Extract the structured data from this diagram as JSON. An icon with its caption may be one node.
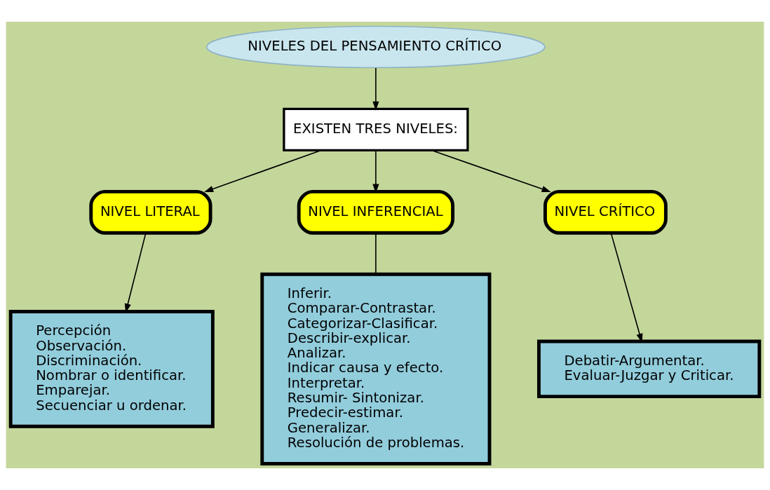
{
  "diagram": {
    "nodes": [
      {
        "text": [
          "NIVELES DEL PENSAMIENTO CRÍTICO"
        ]
      },
      {
        "text": [
          "EXISTEN TRES NIVELES:"
        ]
      },
      {
        "text": [
          "NIVEL LITERAL"
        ]
      },
      {
        "text": [
          "Percepción",
          "Observación.",
          "Discriminación.",
          "Nombrar o identificar.",
          "Emparejar.",
          "Secuenciar u ordenar."
        ]
      },
      {
        "text": [
          "NIVEL INFERENCIAL"
        ]
      },
      {
        "text": [
          "Inferir.",
          "Comparar-Contrastar.",
          "Categorizar-Clasificar.",
          "Describir-explicar.",
          "Analizar.",
          "Indicar causa y efecto.",
          "Interpretar.",
          "Resumir- Sintonizar.",
          "Predecir-estimar.",
          "Generalizar.",
          "Resolución de problemas."
        ]
      },
      {
        "text": [
          "NIVEL CRÍTICO"
        ]
      },
      {
        "text": [
          "Debatir-Argumentar.",
          "Evaluar-Juzgar y Criticar."
        ]
      }
    ],
    "edges": [
      {
        "from": 0,
        "to": 1,
        "arrow": "to"
      },
      {
        "from": 1,
        "to": 2,
        "arrow": "to"
      },
      {
        "from": 1,
        "to": 4,
        "arrow": "to"
      },
      {
        "from": 1,
        "to": 6,
        "arrow": "to"
      },
      {
        "from": 2,
        "to": 3,
        "arrow": "to"
      },
      {
        "from": 4,
        "to": 5,
        "arrow": "none"
      },
      {
        "from": 6,
        "to": 7,
        "arrow": "to"
      }
    ]
  }
}
